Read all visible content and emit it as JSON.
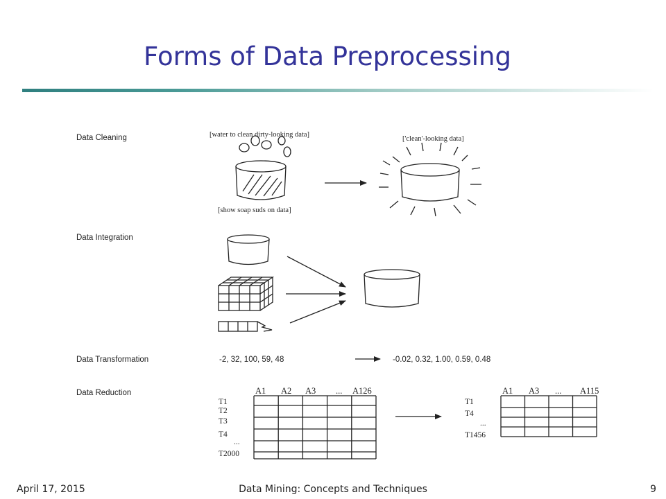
{
  "slide": {
    "title": "Forms of Data Preprocessing"
  },
  "sections": {
    "cleaning": {
      "label": "Data Cleaning",
      "caption_top": "[water to clean dirty-looking data]",
      "caption_bottom": "[show soap suds on data]",
      "caption_result": "['clean'-looking data]"
    },
    "integration": {
      "label": "Data Integration"
    },
    "transformation": {
      "label": "Data Transformation",
      "input": "-2, 32, 100, 59, 48",
      "output": "-0.02, 0.32, 1.00, 0.59, 0.48"
    },
    "reduction": {
      "label": "Data Reduction",
      "left_columns": [
        "A1",
        "A2",
        "A3",
        "...",
        "A126"
      ],
      "left_rows": [
        "T1",
        "T2",
        "T3",
        "T4",
        "...",
        "T2000"
      ],
      "right_columns": [
        "A1",
        "A3",
        "...",
        "A115"
      ],
      "right_rows": [
        "T1",
        "T4",
        "...",
        "T1456"
      ]
    }
  },
  "footer": {
    "date": "April 17, 2015",
    "course": "Data Mining: Concepts and Techniques",
    "page": "9"
  }
}
